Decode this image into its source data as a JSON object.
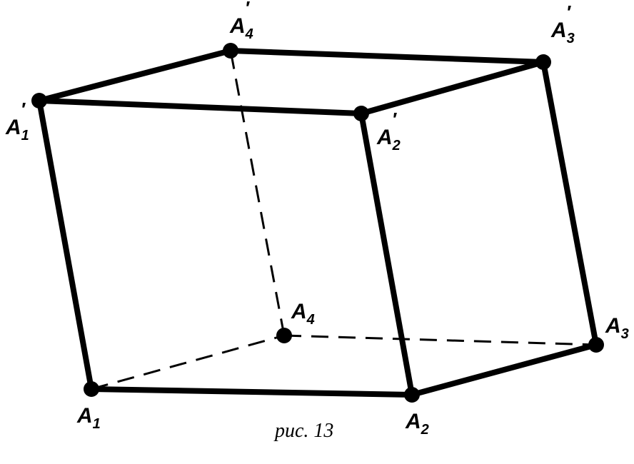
{
  "figure": {
    "caption": "рис. 13",
    "vertices": {
      "A1": {
        "letter": "A",
        "index": "1",
        "prime": ""
      },
      "A2": {
        "letter": "A",
        "index": "2",
        "prime": ""
      },
      "A3": {
        "letter": "A",
        "index": "3",
        "prime": ""
      },
      "A4": {
        "letter": "A",
        "index": "4",
        "prime": ""
      },
      "A1p": {
        "letter": "A",
        "index": "1",
        "prime": "′"
      },
      "A2p": {
        "letter": "A",
        "index": "2",
        "prime": "′"
      },
      "A3p": {
        "letter": "A",
        "index": "3",
        "prime": "′"
      },
      "A4p": {
        "letter": "A",
        "index": "4",
        "prime": "′"
      }
    },
    "solid_edges": [
      [
        "A1",
        "A2"
      ],
      [
        "A2",
        "A3"
      ],
      [
        "A1p",
        "A2p"
      ],
      [
        "A2p",
        "A3p"
      ],
      [
        "A3p",
        "A4p"
      ],
      [
        "A4p",
        "A1p"
      ],
      [
        "A1",
        "A1p"
      ],
      [
        "A2",
        "A2p"
      ],
      [
        "A3",
        "A3p"
      ]
    ],
    "hidden_edges": [
      [
        "A1",
        "A4"
      ],
      [
        "A4",
        "A3"
      ],
      [
        "A4",
        "A4p"
      ]
    ]
  }
}
